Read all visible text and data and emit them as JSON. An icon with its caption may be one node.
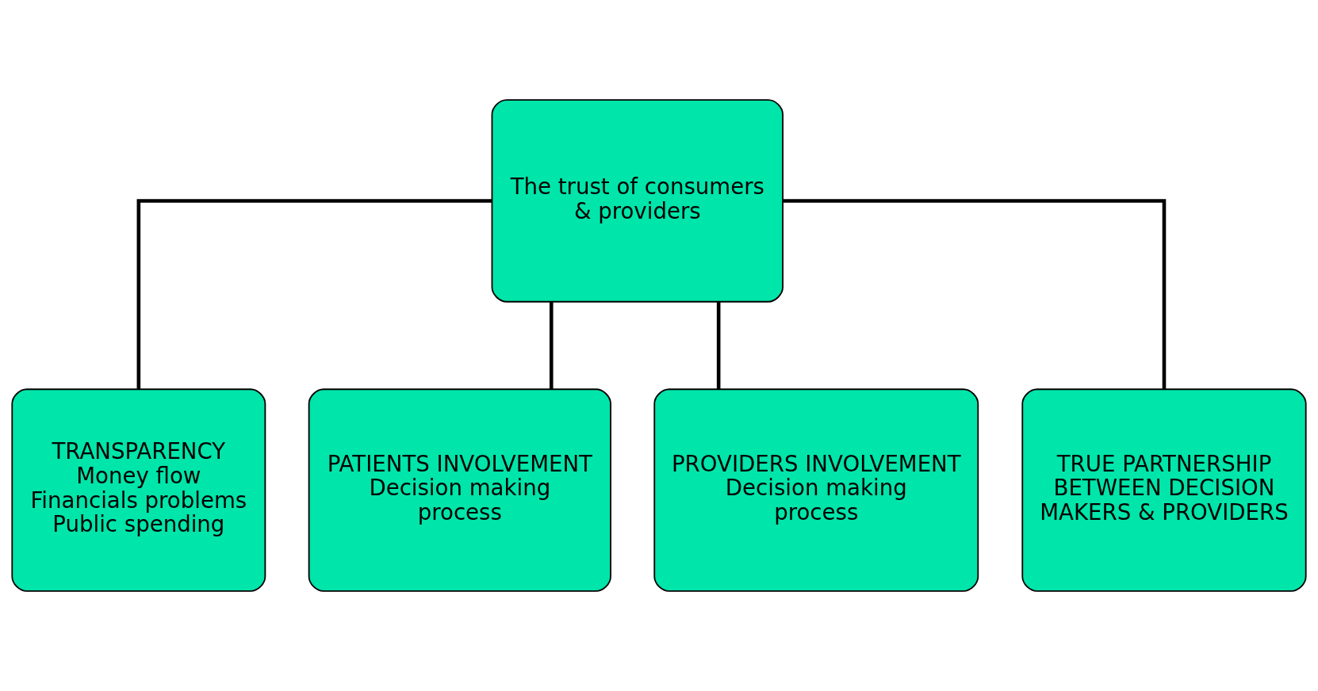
{
  "diagram": {
    "nodes": [
      {
        "text": [
          "The trust of consumers & providers"
        ]
      },
      {
        "text": [
          "TRANSPARENCY",
          "Money flow",
          "Financials problems",
          "Public spending"
        ]
      },
      {
        "text": [
          "PATIENTS INVOLVEMENT",
          "Decision making process"
        ]
      },
      {
        "text": [
          "PROVIDERS INVOLVEMENT",
          "Decision making process"
        ]
      },
      {
        "text": [
          "TRUE PARTNERSHIP BETWEEN DECISION MAKERS & PROVIDERS"
        ]
      }
    ],
    "edges": [
      {
        "from": 0,
        "to": 1,
        "arrow": "none"
      },
      {
        "from": 0,
        "to": 2,
        "arrow": "none"
      },
      {
        "from": 0,
        "to": 3,
        "arrow": "none"
      },
      {
        "from": 0,
        "to": 4,
        "arrow": "none"
      }
    ]
  }
}
